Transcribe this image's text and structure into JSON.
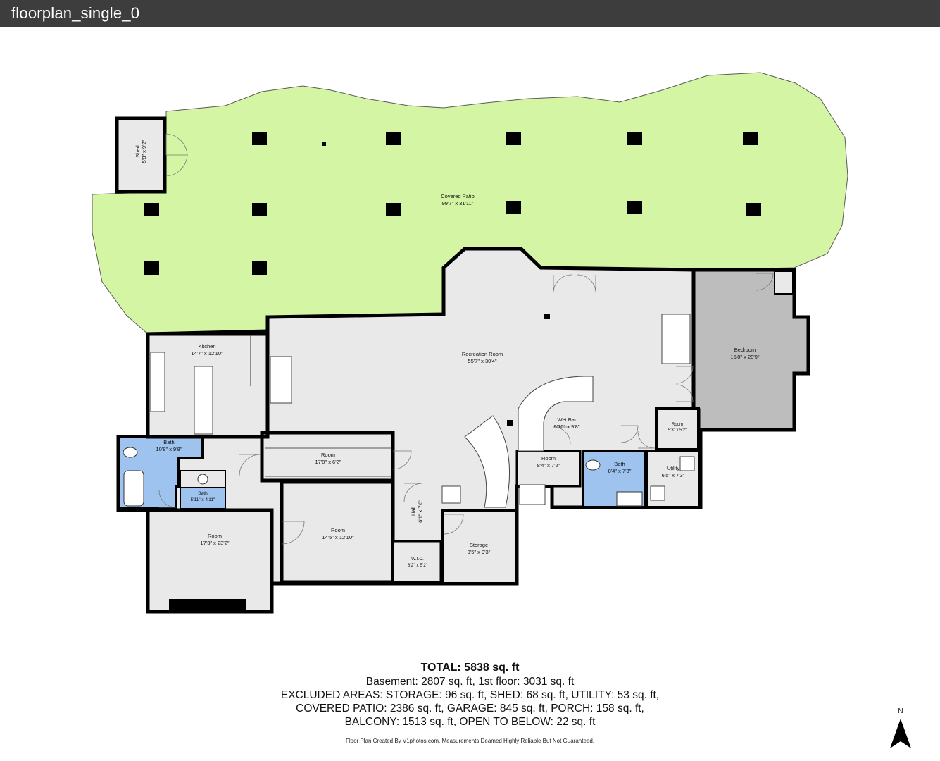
{
  "window": {
    "title": "floorplan_single_0"
  },
  "rooms": {
    "shed": {
      "name": "Shed",
      "dims": "5'8\" x 9'2\""
    },
    "covered_patio": {
      "name": "Covered Patio",
      "dims": "99'7\" x 31'11\""
    },
    "kitchen": {
      "name": "Kitchen",
      "dims": "14'7\" x 12'10\""
    },
    "recreation_room": {
      "name": "Recreation Room",
      "dims": "55'7\" x 30'4\""
    },
    "bedroom": {
      "name": "Bedroom",
      "dims": "15'0\" x 20'9\""
    },
    "wet_bar": {
      "name": "Wet Bar",
      "dims": "9'10\" x 9'8\""
    },
    "room_small": {
      "name": "Room",
      "dims": "5'3\" x 5'2\""
    },
    "bath_main": {
      "name": "Bath",
      "dims": "10'8\" x 9'8\""
    },
    "room_hall": {
      "name": "Room",
      "dims": "17'0\" x 6'2\""
    },
    "room_mid": {
      "name": "Room",
      "dims": "8'4\" x 7'2\""
    },
    "bath_right": {
      "name": "Bath",
      "dims": "8'4\" x 7'3\""
    },
    "utility": {
      "name": "Utility",
      "dims": "6'5\" x 7'3\""
    },
    "bath_small": {
      "name": "Bath",
      "dims": "5'11\" x 4'11\""
    },
    "hall": {
      "name": "Hall",
      "dims": "6'1\" x 7'6\""
    },
    "room_left": {
      "name": "Room",
      "dims": "17'3\" x 23'2\""
    },
    "room_center": {
      "name": "Room",
      "dims": "14'5\" x 12'10\""
    },
    "storage": {
      "name": "Storage",
      "dims": "9'5\" x 9'3\""
    },
    "wic": {
      "name": "W.I.C.",
      "dims": "6'2\" x 5'2\""
    }
  },
  "summary": {
    "total": "TOTAL: 5838 sq. ft",
    "line1": "Basement: 2807 sq. ft, 1st floor: 3031 sq. ft",
    "line2": "EXCLUDED AREAS: STORAGE: 96 sq. ft, SHED: 68 sq. ft, UTILITY: 53 sq. ft,",
    "line3": "COVERED PATIO: 2386 sq. ft, GARAGE: 845 sq. ft, PORCH: 158 sq. ft,",
    "line4": "BALCONY: 1513 sq. ft, OPEN TO BELOW: 22 sq. ft",
    "credit": "Floor Plan Created By V1photos.com, Measurements Deamed Highly Reliable But Not Guaranteed."
  },
  "compass": {
    "label": "N"
  },
  "colors": {
    "patio": "#d3f5a4",
    "floor": "#e9e9e9",
    "bath": "#9ec3ee",
    "bedroom": "#bdbdbd",
    "wall": "#000000",
    "titlebar": "#3d3d3d"
  }
}
